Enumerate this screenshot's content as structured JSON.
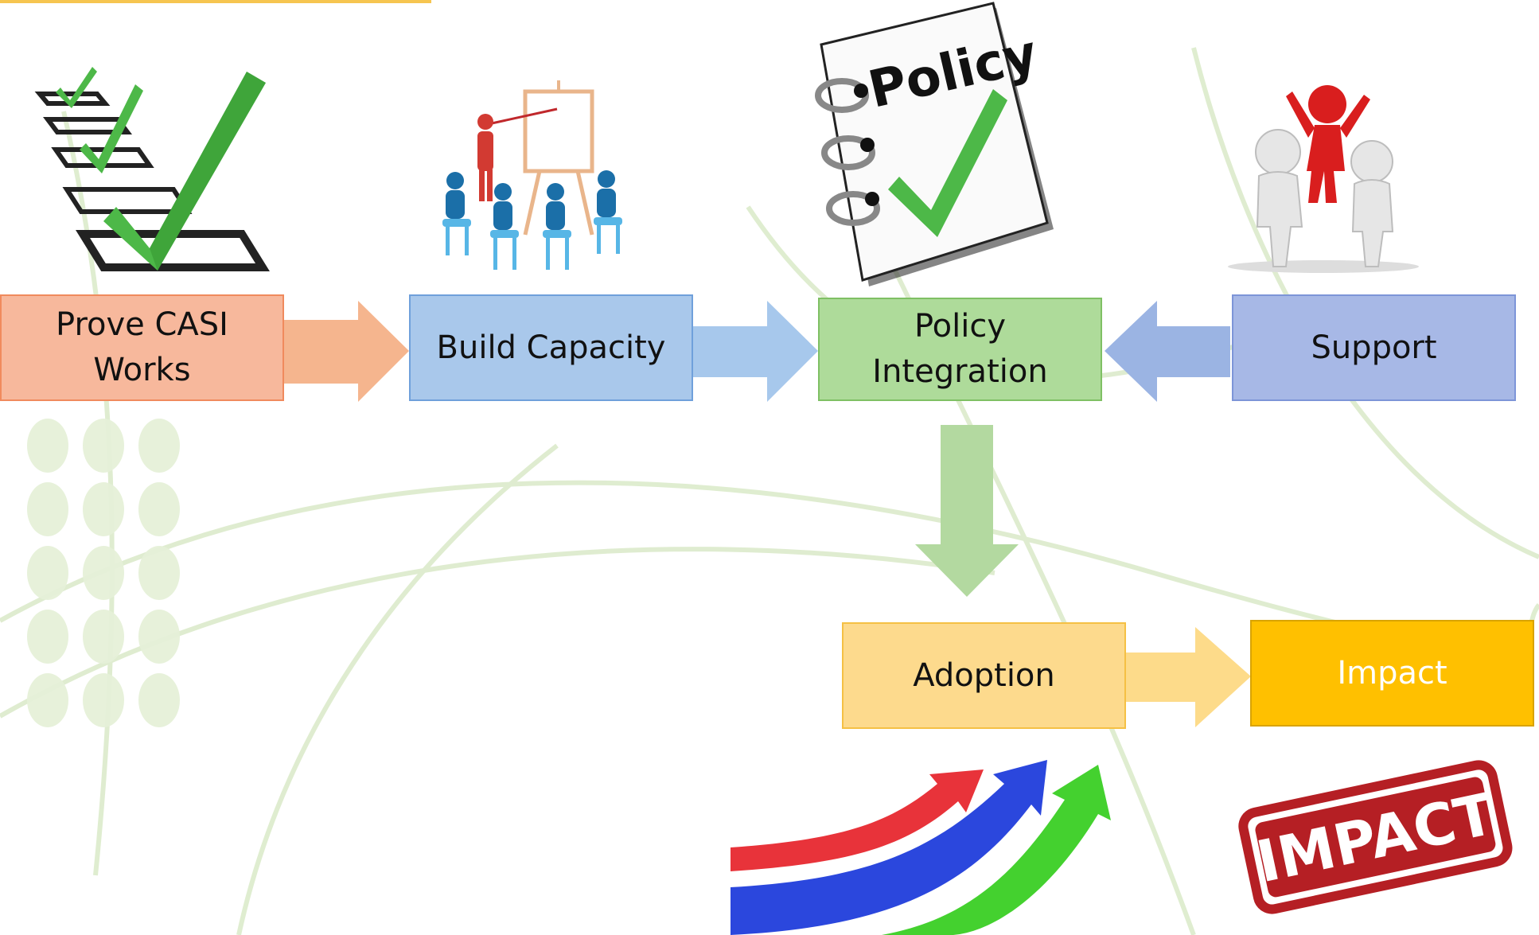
{
  "diagram": {
    "steps": [
      {
        "id": "prove",
        "label": "Prove CASI\nWorks"
      },
      {
        "id": "capacity",
        "label": "Build Capacity"
      },
      {
        "id": "policy",
        "label": "Policy\nIntegration"
      },
      {
        "id": "support",
        "label": "Support"
      },
      {
        "id": "adoption",
        "label": "Adoption"
      },
      {
        "id": "impact",
        "label": "Impact"
      }
    ],
    "images": {
      "policy_doc_text": "Policy",
      "impact_stamp_text": "IMPACT"
    },
    "colors": {
      "prove_fill": "#F7B89C",
      "prove_border": "#F08A5D",
      "prove_arrow": "#F5B58E",
      "capacity_fill": "#A9C8EB",
      "capacity_border": "#6FA0DB",
      "capacity_arrow": "#A7C8EC",
      "policy_fill": "#AEDB9A",
      "policy_border": "#7FC064",
      "policy_arrow": "#B3D9A0",
      "support_fill": "#A7B8E6",
      "support_border": "#7D95D8",
      "support_arrow": "#9BB4E3",
      "adoption_fill": "#FDDA8D",
      "adoption_border": "#F5C044",
      "adoption_arrow": "#FDDB8A",
      "impact_fill": "#FFC000",
      "impact_border": "#D9A300",
      "impact_text": "#FFFFFF",
      "background_motif": "#DCEBCB",
      "top_accent_line": "#F6C550"
    }
  }
}
